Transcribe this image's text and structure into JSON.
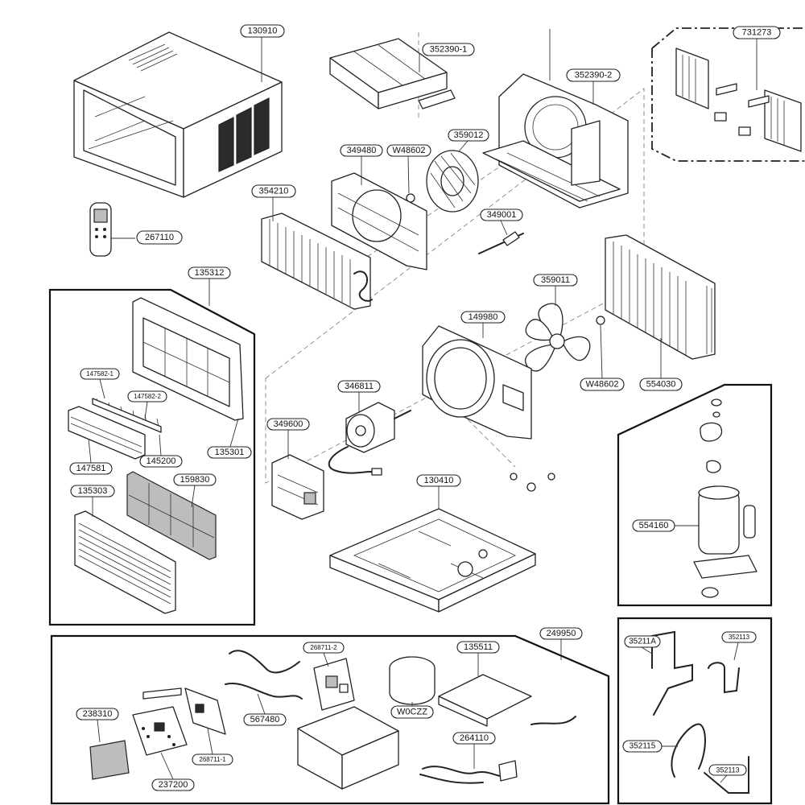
{
  "colors": {
    "line": "#222222",
    "paper": "#ffffff",
    "shade": "#bdbdbd",
    "dark": "#2b2b2b"
  },
  "parts": {
    "p130910": "130910",
    "p352390_1": "352390-1",
    "p352390_2": "352390-2",
    "p731273": "731273",
    "p359012": "359012",
    "p349480": "349480",
    "pW48602a": "W48602",
    "p354210": "354210",
    "p349001": "349001",
    "p267110": "267110",
    "p135312": "135312",
    "p359011": "359011",
    "p149980": "149980",
    "p147582_1": "147582-1",
    "p147582_2": "147582-2",
    "pW48602b": "W48602",
    "p554030": "554030",
    "p346811": "346811",
    "p349600": "349600",
    "p145200": "145200",
    "p135301": "135301",
    "p147581": "147581",
    "p159830": "159830",
    "p135303": "135303",
    "p130410": "130410",
    "p554160": "554160",
    "p249950": "249950",
    "p268711_2": "268711-2",
    "p135511": "135511",
    "p35211A": "35211A",
    "p352113a": "352113",
    "p238310": "238310",
    "p567480": "567480",
    "pW0CZZ": "W0CZZ",
    "p268711_1": "268711-1",
    "p264110": "264110",
    "p352115": "352115",
    "p352113b": "352113",
    "p237200": "237200"
  }
}
